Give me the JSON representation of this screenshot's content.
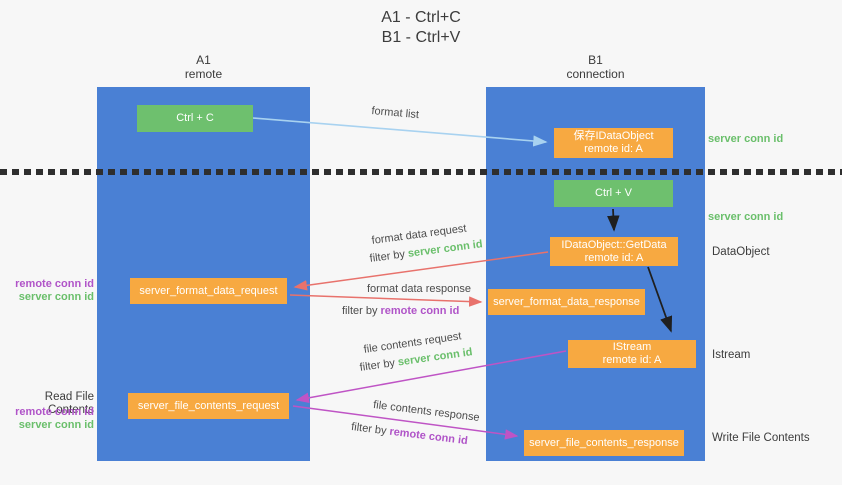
{
  "title": {
    "line1": "A1 - Ctrl+C",
    "line2": "B1 - Ctrl+V"
  },
  "lanes": {
    "a": {
      "name": "A1",
      "subtitle": "remote"
    },
    "b": {
      "name": "B1",
      "subtitle": "connection"
    }
  },
  "nodes": {
    "ctrl_c": {
      "label": "Ctrl + C"
    },
    "save_dataobject": {
      "line1": "保存IDataObject",
      "line2": "remote id: A"
    },
    "ctrl_v": {
      "label": "Ctrl + V"
    },
    "getdata": {
      "line1": "IDataObject::GetData",
      "line2": "remote id: A"
    },
    "istream": {
      "line1": "IStream",
      "line2": "remote id: A"
    },
    "format_request": {
      "label": "server_format_data_request"
    },
    "format_response": {
      "label": "server_format_data_response"
    },
    "file_request": {
      "label": "server_file_contents_request"
    },
    "file_response": {
      "label": "server_file_contents_response"
    }
  },
  "arrow_labels": {
    "format_list": "format list",
    "format_data_request": "format data request",
    "format_data_response": "format data response",
    "file_contents_request": "file contents request",
    "file_contents_response": "file contents response",
    "filter_by": "filter by",
    "server_conn_id": "server conn id",
    "remote_conn_id": "remote conn id"
  },
  "side_labels": {
    "right_top_server_conn_id": "server conn id",
    "right_mid_server_conn_id": "server conn id",
    "dataobject": "DataObject",
    "istream": "Istream",
    "write_file_contents": "Write File Contents",
    "read_file_contents": "Read File Contents",
    "left_top_remote_conn_id": "remote conn id",
    "left_top_server_conn_id": "server conn id",
    "left_bottom_remote_conn_id": "remote conn id",
    "left_bottom_server_conn_id": "server conn id"
  },
  "colors": {
    "background": "#f7f7f7",
    "lane_blue": "#4a80d4",
    "node_orange": "#f7a941",
    "node_green": "#6ec06e",
    "text_green": "#6abf6b",
    "text_purple": "#b054c8",
    "arrow_red": "#e8726c",
    "arrow_magenta": "#bf54c5",
    "arrow_lightblue": "#a8d2f0",
    "arrow_black": "#1f1f1f",
    "text_dark": "#3c3c3c"
  }
}
